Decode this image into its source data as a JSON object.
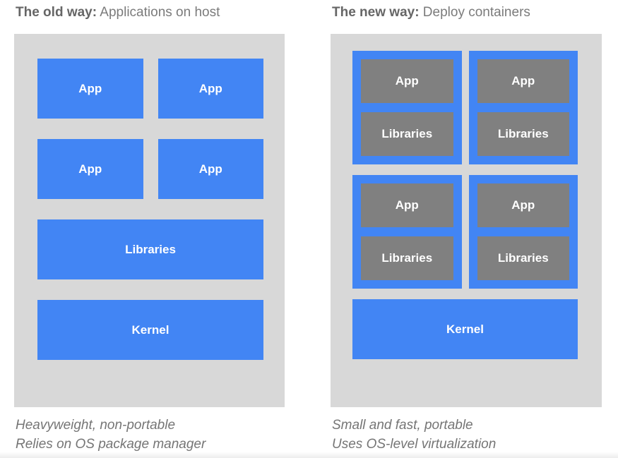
{
  "old": {
    "title_bold": "The old way:",
    "title_rest": " Applications on host",
    "apps": [
      "App",
      "App",
      "App",
      "App"
    ],
    "libraries_label": "Libraries",
    "kernel_label": "Kernel",
    "caption_line1": "Heavyweight, non-portable",
    "caption_line2": "Relies on OS package manager"
  },
  "new": {
    "title_bold": "The new way:",
    "title_rest": " Deploy containers",
    "containers": [
      {
        "app": "App",
        "libraries": "Libraries"
      },
      {
        "app": "App",
        "libraries": "Libraries"
      },
      {
        "app": "App",
        "libraries": "Libraries"
      },
      {
        "app": "App",
        "libraries": "Libraries"
      }
    ],
    "kernel_label": "Kernel",
    "caption_line1": "Small and fast, portable",
    "caption_line2": "Uses OS-level virtualization"
  },
  "colors": {
    "blue": "#4285f4",
    "gray_box": "#808080",
    "panel_background": "#d8d8d8",
    "title_bold_text": "#666666",
    "title_regular_text": "#7b7b7b",
    "caption_text": "#757575",
    "box_label_text": "#ffffff"
  }
}
